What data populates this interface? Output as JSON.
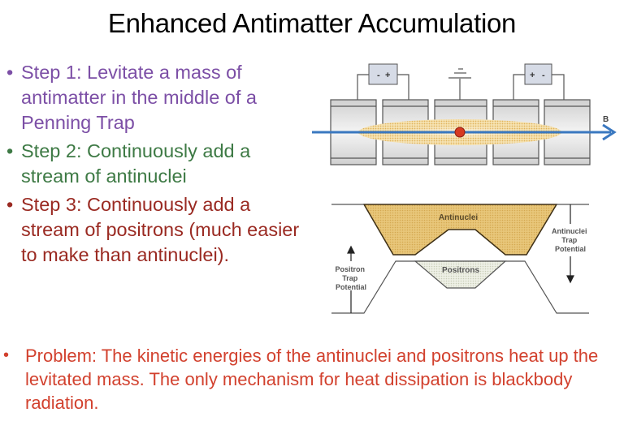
{
  "slide": {
    "title": "Enhanced Antimatter Accumulation",
    "bullets": [
      {
        "marker": "•",
        "text": "Step 1: Levitate a mass of antimatter in the middle of a Penning Trap",
        "color": "#7c4fa6"
      },
      {
        "marker": "•",
        "text": "Step 2: Continuously add a stream of antinuclei",
        "color": "#3e7a45"
      },
      {
        "marker": "•",
        "text": "Step 3: Continuously add a stream of positrons (much easier to make than antinuclei).",
        "color": "#9a2a22"
      }
    ],
    "problem": {
      "marker": "•",
      "text": "Problem: The kinetic energies of the antinuclei and positrons heat up the levitated mass.  The only mechanism for heat dissipation is blackbody radiation.",
      "color": "#d2412e"
    }
  },
  "penning_trap_diagram": {
    "left_supply": {
      "minus": "-",
      "plus": "+"
    },
    "right_supply": {
      "plus": "+",
      "minus": "-"
    },
    "field_label": "B",
    "electrode_count": 5,
    "colors": {
      "field_arrow": "#3a78c0",
      "cloud": "#e8c170",
      "particle": "#d63a22",
      "electrode": "#e2e2e2",
      "supply_box": "#d6dbe6"
    }
  },
  "potential_diagram": {
    "antinuclei_label": "Antinuclei",
    "positrons_label": "Positrons",
    "antinuclei_potential_label": [
      "Antinuclei",
      "Trap",
      "Potential"
    ],
    "positron_potential_label": [
      "Positron",
      "Trap",
      "Potential"
    ],
    "colors": {
      "antinuclei_fill": "#e8c77a",
      "positrons_fill": "#e3e8d8"
    }
  }
}
